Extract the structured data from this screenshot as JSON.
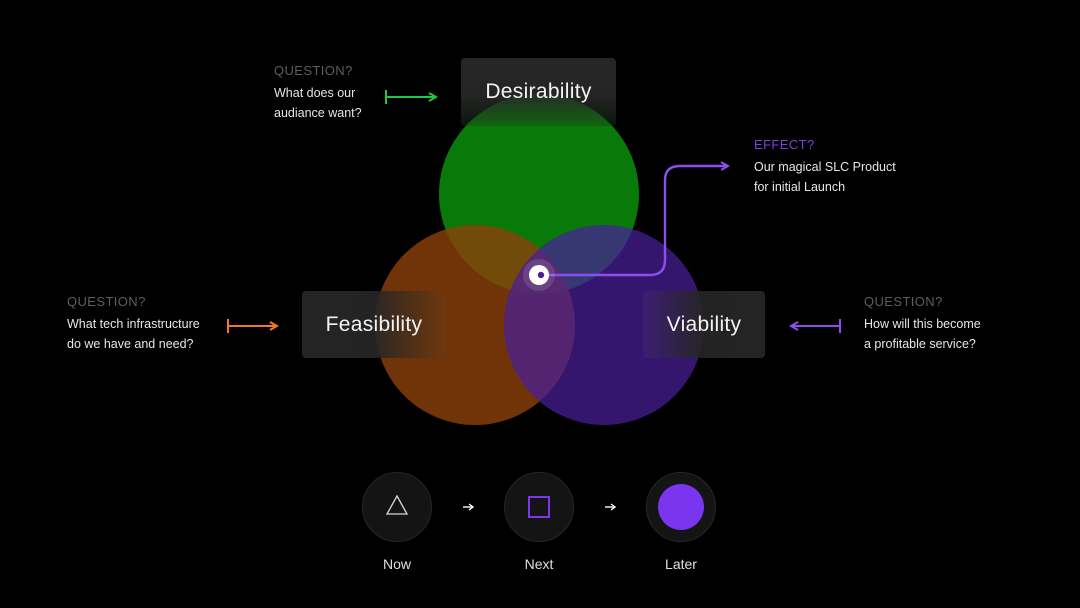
{
  "circles": {
    "desirability": {
      "label": "Desirability",
      "color": "#0a8a0a"
    },
    "feasibility": {
      "label": "Feasibility",
      "color": "#8a3f0a"
    },
    "viability": {
      "label": "Viability",
      "color": "#4a1f9a"
    }
  },
  "questions": {
    "desirability": {
      "heading": "QUESTION?",
      "text": "What does our\naudiance want?",
      "arrow_color": "#22c93a"
    },
    "feasibility": {
      "heading": "QUESTION?",
      "text": "What tech infrastructure\ndo we have and need?",
      "arrow_color": "#f07a2a"
    },
    "viability": {
      "heading": "QUESTION?",
      "text": "How will this become\na profitable service?",
      "arrow_color": "#8b4ff0"
    }
  },
  "effect": {
    "heading": "EFFECT?",
    "text": "Our magical SLC Product\nfor initial Launch",
    "color": "#7b3fe4"
  },
  "timeline": {
    "steps": [
      {
        "label": "Now",
        "icon": "triangle-icon"
      },
      {
        "label": "Next",
        "icon": "square-icon"
      },
      {
        "label": "Later",
        "icon": "circle-icon"
      }
    ],
    "accent": "#7a35ee"
  }
}
